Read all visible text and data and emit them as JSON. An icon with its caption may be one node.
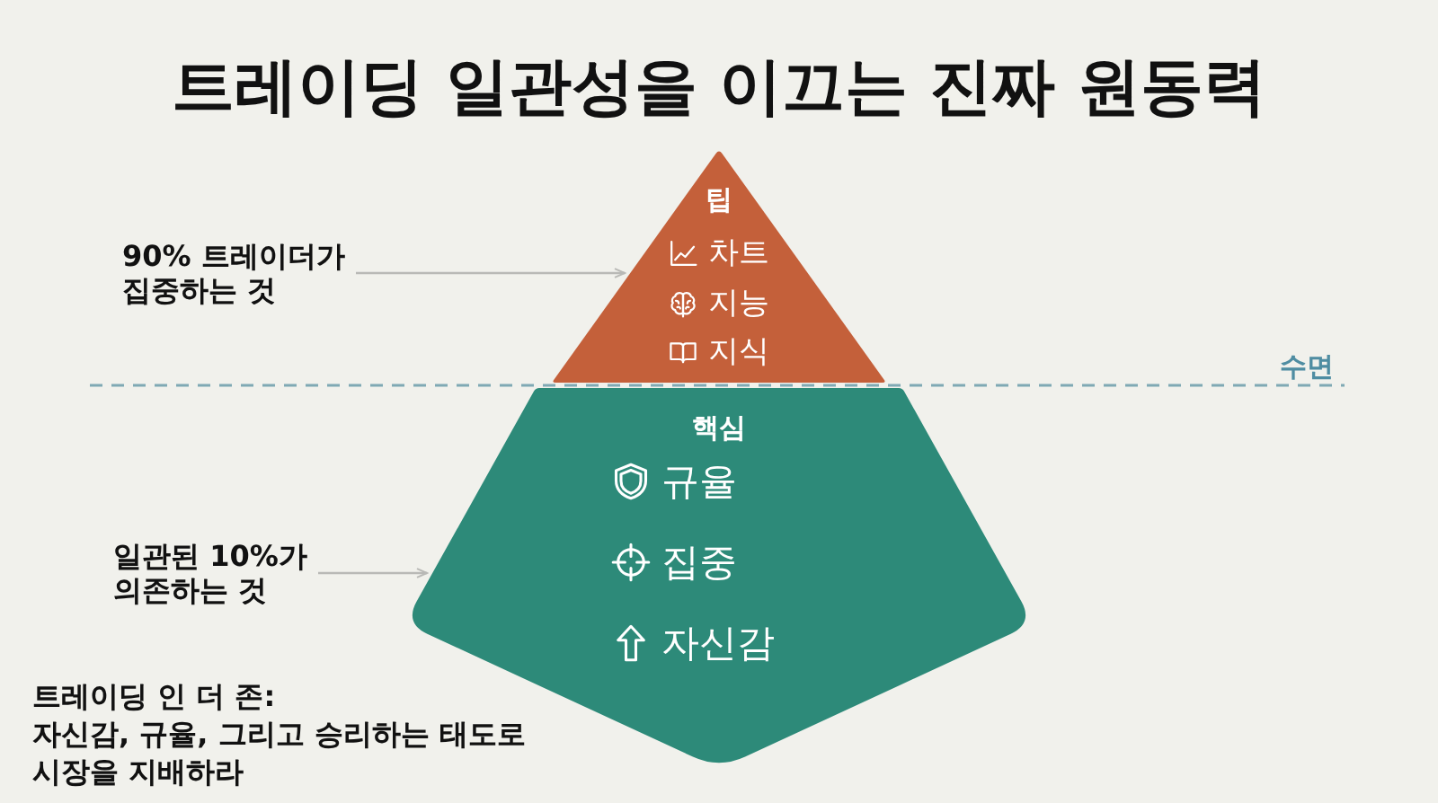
{
  "diagram": {
    "title": "트레이딩 일관성을 이끄는 진짜 원동력",
    "nodes": [
      {
        "text": [
          "팁",
          "차트",
          "지능",
          "지식"
        ]
      },
      {
        "text": [
          "90% 트레이더가 집중하는 것"
        ]
      },
      {
        "text": [
          "핵심",
          "규율",
          "집중",
          "자신감"
        ]
      },
      {
        "text": [
          "일관된 10%가 의존하는 것"
        ]
      }
    ],
    "edges": [
      {
        "from": 1,
        "to": 0,
        "arrow": "to"
      },
      {
        "from": 3,
        "to": 2,
        "arrow": "to"
      }
    ],
    "labels": [
      "수면",
      "트레이딩 인 더 존:",
      "자신감, 규율, 그리고 승리하는 태도로 시장을 지배하라"
    ]
  }
}
